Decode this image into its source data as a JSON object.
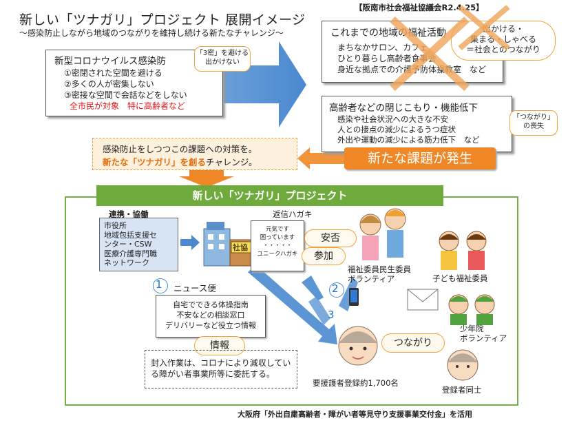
{
  "title": "新しい「ツナガリ」プロジェクト 展開イメージ",
  "subtitle": "～感染防止しながら地域のつながりを維持し続ける新たなチャレンジ～",
  "source": "【阪南市社会福祉協議会R2.4.25】",
  "corona": {
    "heading": "新型コロナウイルス感染防",
    "items": [
      "①密閉された空間を避ける",
      "②多くの人が密集しない",
      "③密接な空間で会話などをしない"
    ],
    "target": "全市民が対象　特に高齢者など",
    "bubble": "「3密」を避ける\n出かけない"
  },
  "previous": {
    "heading": "これまでの地域の福祉活動",
    "items": [
      "まちなかサロン、カフェ",
      "ひとり暮らし高齢者食事会",
      "身近な拠点での介護予防体操教室　など"
    ],
    "bubble": "出かける・\n集まる・しゃべる\n＝社会とのつながり"
  },
  "problem": {
    "heading": "高齢者などの閉じこもり・機能低下",
    "items": [
      "感染や社会状況への大きな不安",
      "人との接点の減少によるうつ症状",
      "外出や運動の減少による筋力低下　など"
    ],
    "bubble": "「つながり」\nの喪失"
  },
  "new_issue": "新たな課題が発生",
  "challenge": {
    "line1": "感染防止をしつつこの課題への対策を。",
    "line2_em": "新たな「ツナガリ」を創る",
    "line2_rest": "チャレンジ。"
  },
  "project_title": "新しい「ツナガリ」プロジェクト",
  "collab": {
    "label": "連携・協働",
    "orgs": [
      "市役所",
      "地域包括支援セ",
      "ンター・CSW",
      "医療介護専門職",
      "ネットワーク"
    ],
    "building_sign": "社協"
  },
  "reply": {
    "label": "返信ハガキ",
    "card_lines": [
      "元気です",
      "困っています",
      "・・・・・",
      "ユニークハガキ"
    ],
    "anshin": "安否",
    "sanka": "参加"
  },
  "news": {
    "number": "1",
    "title": "ニュース便",
    "items": [
      "自宅でできる体操指南",
      "不安などの相談窓口",
      "デリバリーなど役立つ情報"
    ],
    "info": "情報"
  },
  "route2": "2",
  "route3": "3",
  "volunteers": {
    "minsei": [
      "福祉委員民生委員",
      "ボランティア"
    ],
    "children": "子ども福祉委員",
    "youth": [
      "少年院",
      "ボランティア"
    ],
    "registrants": "登録者同士",
    "support": "要援護者登録約1,700名",
    "tsunagari": "つながり"
  },
  "fukuro": "封入作業は、コロナにより減収している障がい者事業所等に委託する。",
  "footer": "大阪府「外出自粛高齢者・障がい者等見守り支援事業交付金」を活用",
  "colors": {
    "green": "#6eaa3c",
    "orange": "#f08726",
    "blue": "#4a88cf",
    "red": "#e8141a"
  }
}
